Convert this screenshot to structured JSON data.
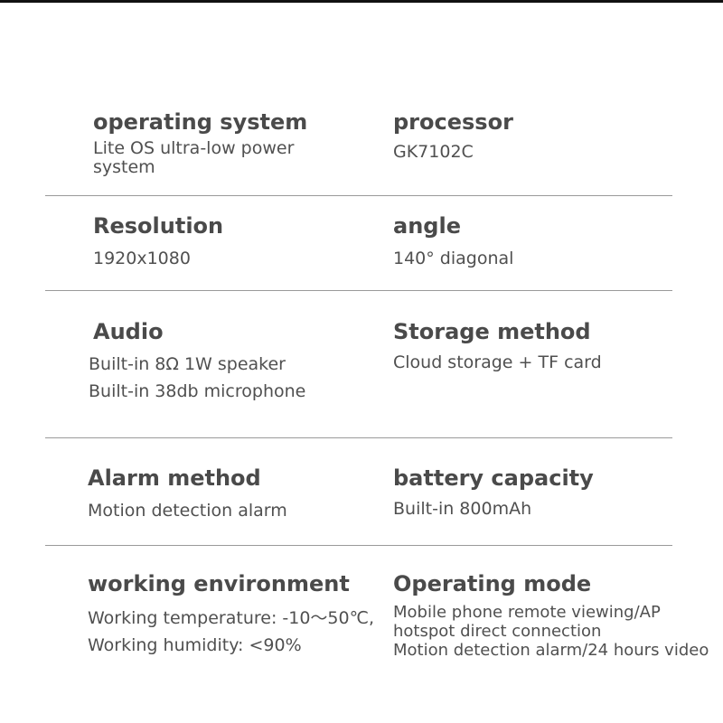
{
  "specs": [
    {
      "title": "operating system",
      "lines": [
        "Lite OS ultra-low power",
        "system"
      ]
    },
    {
      "title": "processor",
      "lines": [
        "GK7102C"
      ]
    },
    {
      "title": "Resolution",
      "lines": [
        "1920x1080"
      ]
    },
    {
      "title": "angle",
      "lines": [
        "140° diagonal"
      ]
    },
    {
      "title": "Audio",
      "lines": [
        "Built-in 8Ω 1W speaker",
        "Built-in 38db microphone"
      ]
    },
    {
      "title": "Storage method",
      "lines": [
        "Cloud storage + TF card"
      ]
    },
    {
      "title": "Alarm method",
      "lines": [
        "Motion detection alarm"
      ]
    },
    {
      "title": "battery capacity",
      "lines": [
        "Built-in 800mAh"
      ]
    },
    {
      "title": "working environment",
      "lines": [
        "Working temperature: -10～50℃,",
        "Working humidity: <90%"
      ]
    },
    {
      "title": "Operating mode",
      "lines": [
        "Mobile phone remote viewing/AP",
        "hotspot direct connection",
        "Motion detection alarm/24 hours video"
      ]
    }
  ]
}
